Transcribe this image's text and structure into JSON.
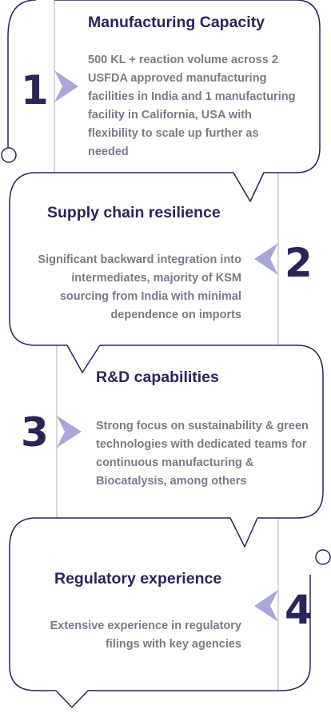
{
  "colors": {
    "outline": "#2a2557",
    "divider": "#c9c9cf",
    "chevron": "#a9a6d9",
    "title": "#2a2557",
    "body": "#7b7a88"
  },
  "steps": [
    {
      "number": "1",
      "title": "Manufacturing Capacity",
      "body": "500 KL + reaction volume across 2 USFDA approved manufacturing facilities in India and 1 manufacturing facility in California, USA with flexibility to scale up further as needed",
      "icon": "chevron-right-icon"
    },
    {
      "number": "2",
      "title": "Supply chain resilience",
      "body": "Significant backward integration into intermediates, majority of KSM sourcing from India with minimal dependence on imports",
      "icon": "chevron-left-icon"
    },
    {
      "number": "3",
      "title": "R&D capabilities",
      "body": "Strong focus on sustainability & green technologies with dedicated teams for continuous manufacturing & Biocatalysis, among others",
      "icon": "chevron-right-icon"
    },
    {
      "number": "4",
      "title": "Regulatory experience",
      "body": "Extensive experience in regulatory filings with key agencies",
      "icon": "chevron-left-icon"
    }
  ]
}
